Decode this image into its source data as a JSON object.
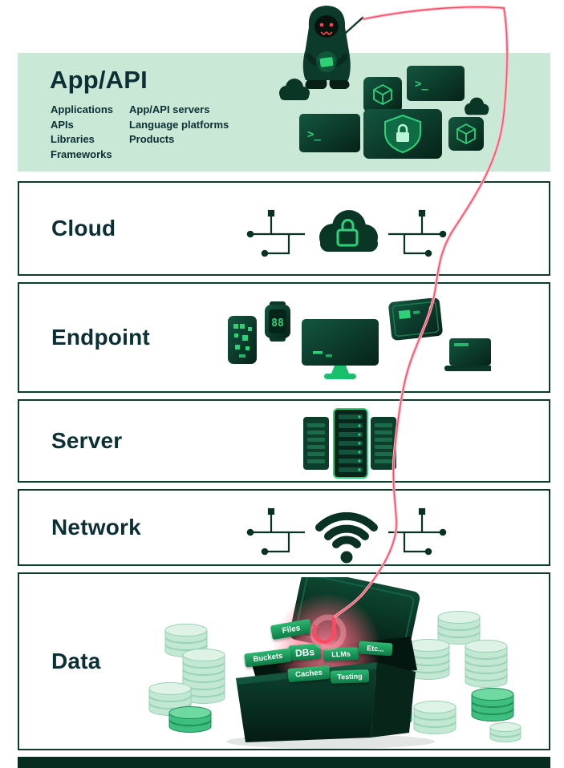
{
  "colors": {
    "accent_green": "#2fd178",
    "dark_green": "#0a3626",
    "border_green": "#0d3a2a",
    "light_green_bg": "#c9e8d6",
    "pink_line": "#ff4862",
    "coin_light": "#c2e7d2",
    "coin_green": "#3fbf7f",
    "footer_bar": "#062d20"
  },
  "icons": {
    "terminal_prompt": ">_",
    "watch_display": "88"
  },
  "layers": [
    {
      "id": "app-api",
      "title": "App/API",
      "items_col1": [
        "Applications",
        "APIs",
        "Libraries",
        "Frameworks"
      ],
      "items_col2": [
        "App/API servers",
        "Language platforms",
        "Products"
      ]
    },
    {
      "id": "cloud",
      "title": "Cloud"
    },
    {
      "id": "endpoint",
      "title": "Endpoint"
    },
    {
      "id": "server",
      "title": "Server"
    },
    {
      "id": "network",
      "title": "Network"
    },
    {
      "id": "data",
      "title": "Data",
      "chest_labels": [
        "Files",
        "DBs",
        "Buckets",
        "LLMs",
        "Etc...",
        "Caches",
        "Testing"
      ]
    }
  ]
}
